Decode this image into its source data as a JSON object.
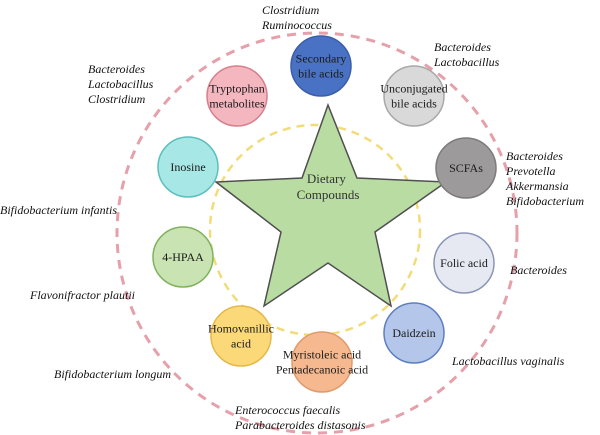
{
  "center": {
    "lines": [
      "Dietary",
      "Compounds"
    ]
  },
  "nodes": [
    {
      "id": "secondary-bile-acids",
      "lines": [
        "Secondary",
        "bile acids"
      ],
      "fill": "#4a72c4",
      "stroke": "#3a5ea8"
    },
    {
      "id": "unconjugated-bile-acids",
      "lines": [
        "Unconjugated",
        "bile acids"
      ],
      "fill": "#d9d9d9",
      "stroke": "#a8a8a8"
    },
    {
      "id": "scfas",
      "lines": [
        "SCFAs"
      ],
      "fill": "#9c9a9a",
      "stroke": "#7d7b7b"
    },
    {
      "id": "folic-acid",
      "lines": [
        "Folic acid"
      ],
      "fill": "#e6e9f2",
      "stroke": "#8b95b8"
    },
    {
      "id": "daidzein",
      "lines": [
        "Daidzein"
      ],
      "fill": "#b4c7ea",
      "stroke": "#5d7fc2"
    },
    {
      "id": "myristoleic-pentadecanoic",
      "lines": [
        "Myristoleic acid",
        "Pentadecanoic acid"
      ],
      "fill": "#f6b98f",
      "stroke": "#e09a6c"
    },
    {
      "id": "homovanillic-acid",
      "lines": [
        "Homovanillic",
        "acid"
      ],
      "fill": "#fbd979",
      "stroke": "#e6b84a"
    },
    {
      "id": "4-hpaa",
      "lines": [
        "4-HPAA"
      ],
      "fill": "#c9e3b3",
      "stroke": "#7fb25e"
    },
    {
      "id": "inosine",
      "lines": [
        "Inosine"
      ],
      "fill": "#a7e8e6",
      "stroke": "#5bbfbd"
    },
    {
      "id": "tryptophan-metabolites",
      "lines": [
        "Tryptophan",
        "metabolites"
      ],
      "fill": "#f4b6bf",
      "stroke": "#d77f8c"
    }
  ],
  "bacteria": [
    {
      "id": "secondary-bile-acids",
      "lines": [
        "Clostridium",
        "Ruminococcus"
      ]
    },
    {
      "id": "unconjugated-bile-acids",
      "lines": [
        "Bacteroides",
        "Lactobacillus"
      ]
    },
    {
      "id": "scfas",
      "lines": [
        "Bacteroides",
        "Prevotella",
        "Akkermansia",
        "Bifidobacterium"
      ]
    },
    {
      "id": "folic-acid",
      "lines": [
        "Bacteroides"
      ]
    },
    {
      "id": "daidzein",
      "lines": [
        "Lactobacillus vaginalis"
      ]
    },
    {
      "id": "myristoleic-pentadecanoic",
      "lines": [
        "Enterococcus faecalis",
        "Parabacteroides distasonis"
      ]
    },
    {
      "id": "homovanillic-acid",
      "lines": [
        "Bifidobacterium longum"
      ]
    },
    {
      "id": "4-hpaa",
      "lines": [
        "Flavonifractor plautii"
      ]
    },
    {
      "id": "inosine",
      "lines": [
        "Bifidobacterium infantis"
      ]
    },
    {
      "id": "tryptophan-metabolites",
      "lines": [
        "Bacteroides",
        "Lactobacillus",
        "Clostridium"
      ]
    }
  ],
  "colors": {
    "outer_ring": "#e6a0aa",
    "inner_ring": "#f2dc7a",
    "star_fill": "#b9dca2",
    "star_stroke": "#4f4f4f"
  }
}
